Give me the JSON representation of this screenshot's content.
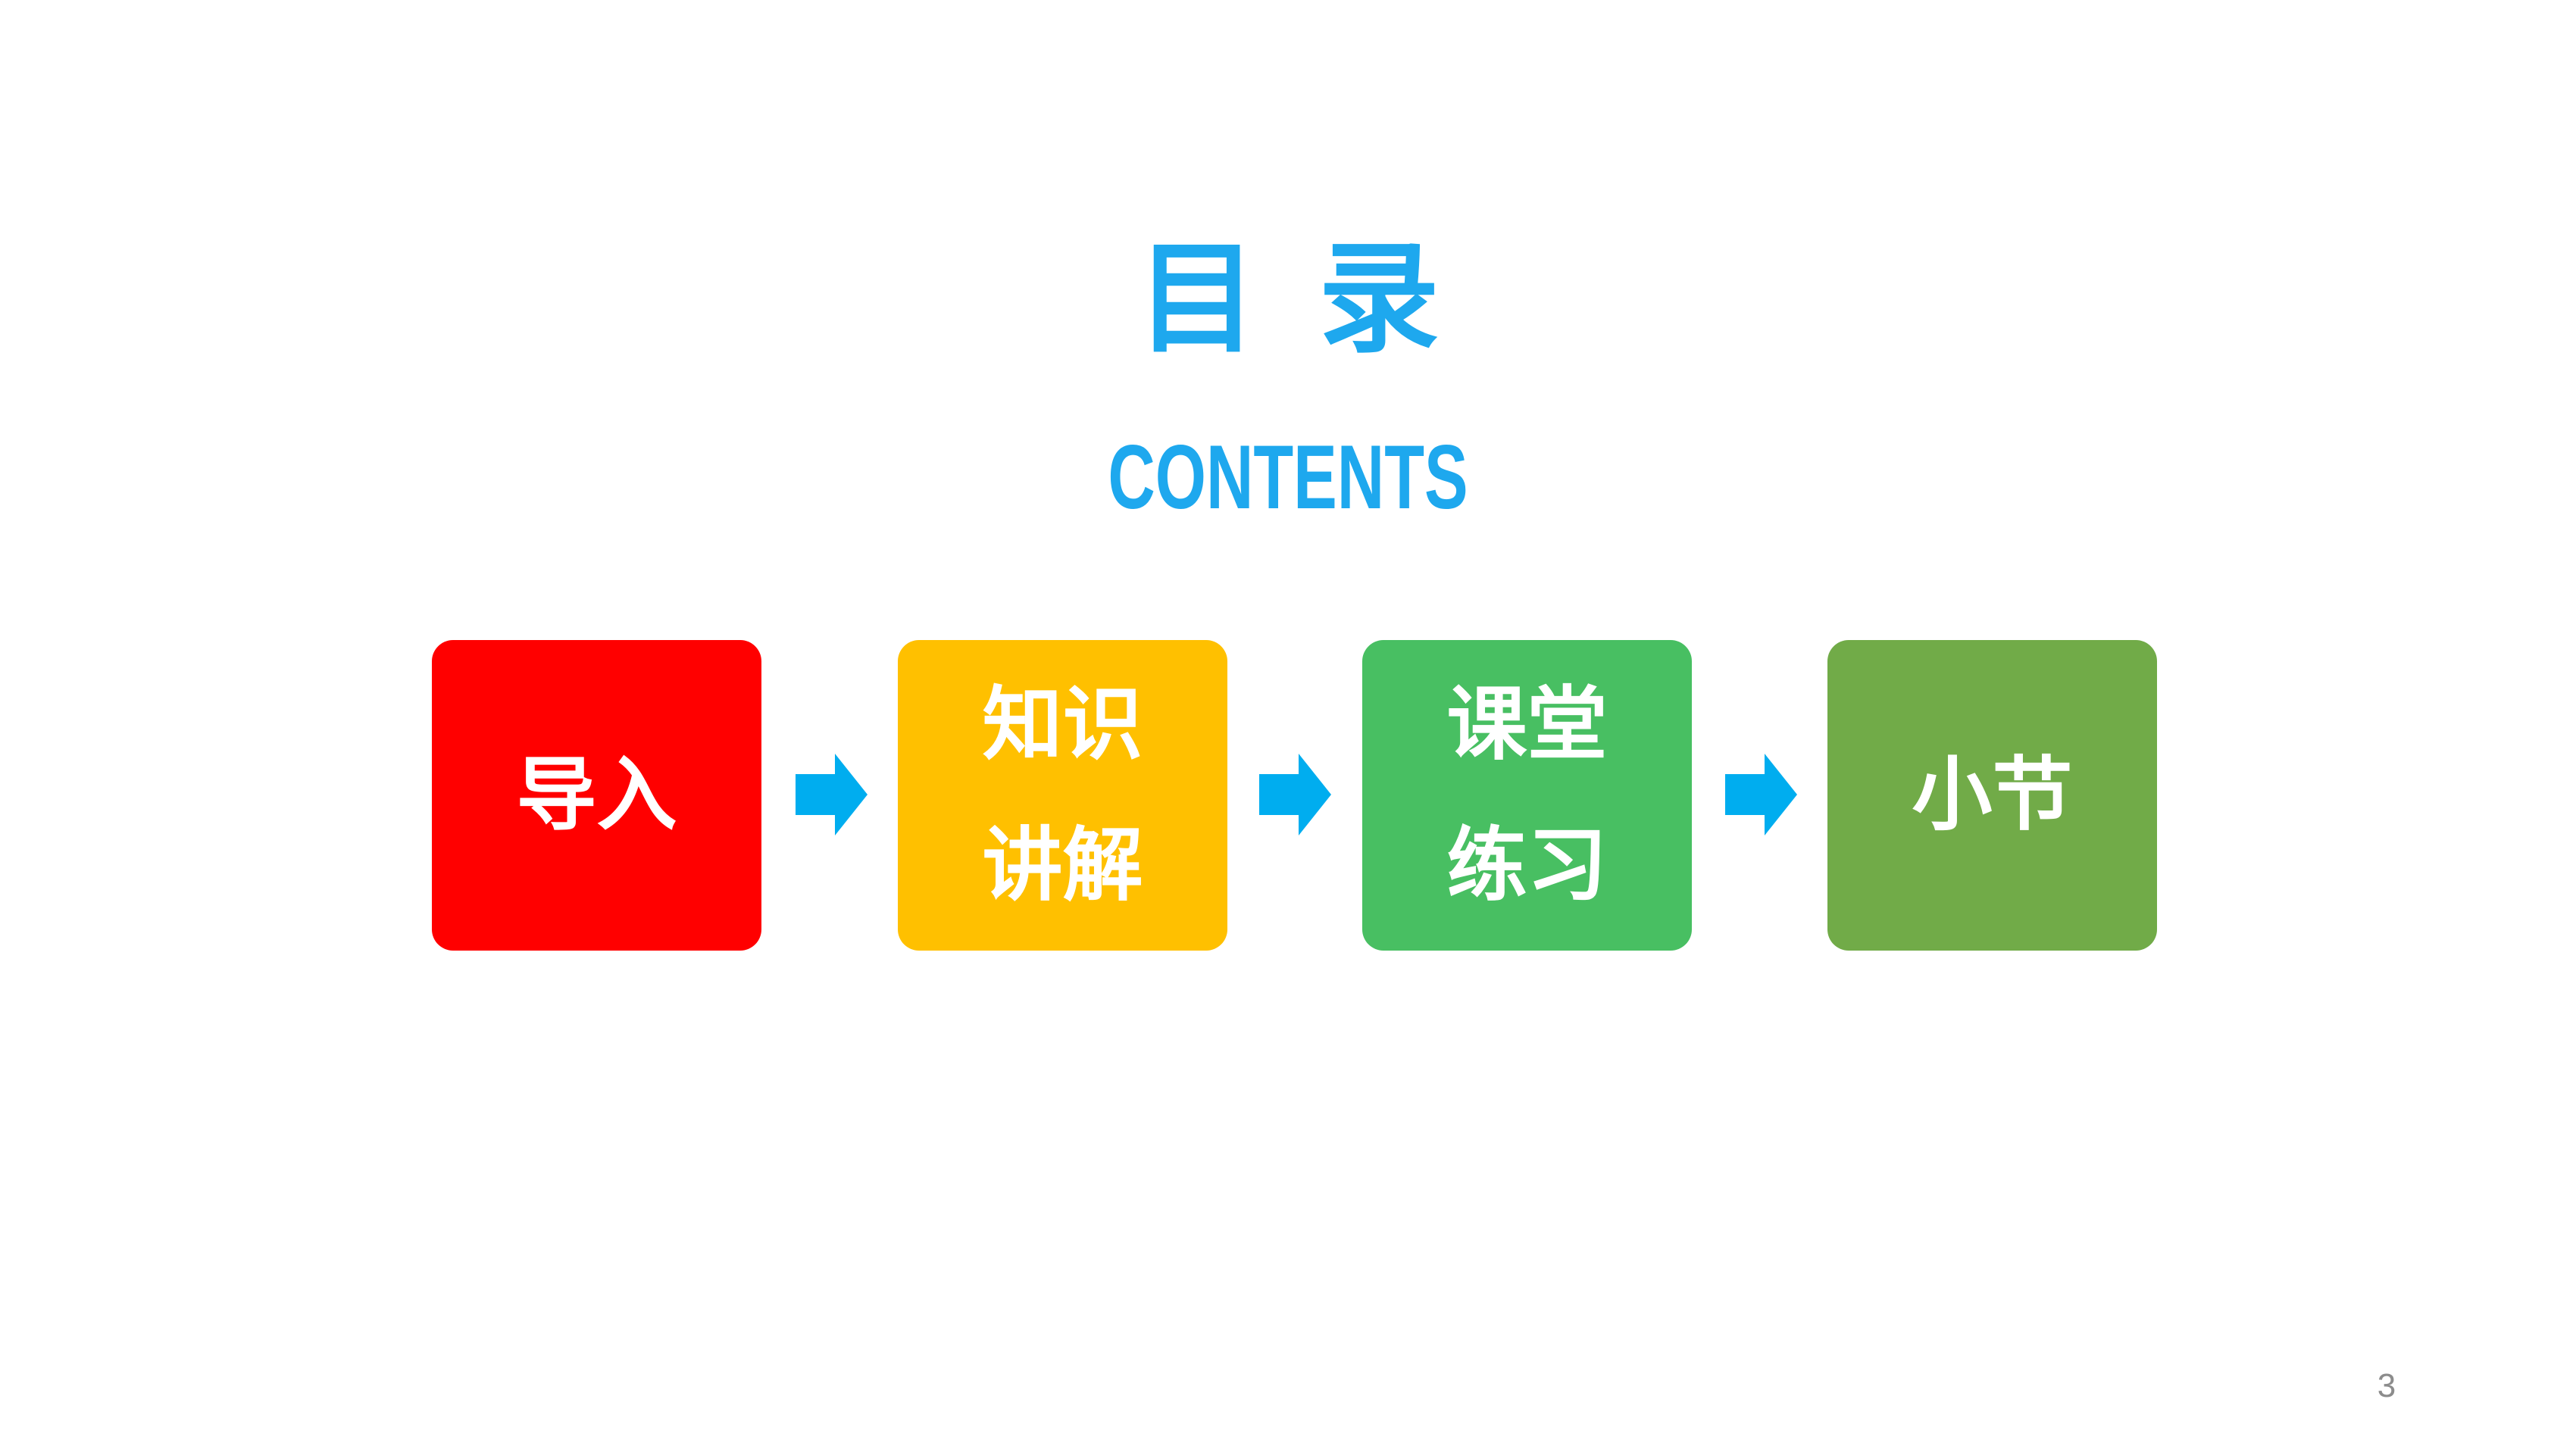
{
  "title": "目录",
  "subtitle": "CONTENTS",
  "steps": [
    {
      "label": "导入",
      "color": "#ff0000"
    },
    {
      "label": "知识讲解",
      "color": "#ffc000"
    },
    {
      "label": "课堂练习",
      "color": "#48bf62"
    },
    {
      "label": "小节",
      "color": "#71ab48"
    }
  ],
  "arrow_icon": "arrow-right-icon",
  "colors": {
    "title": "#1ea8ee",
    "arrow": "#00adef"
  },
  "page_number": "3"
}
